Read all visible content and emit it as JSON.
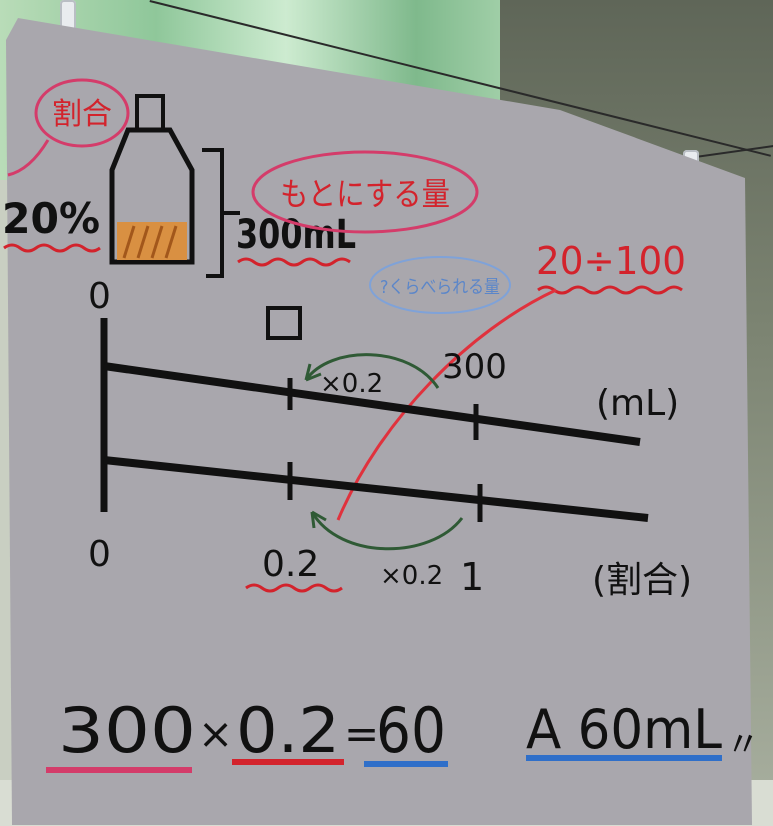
{
  "poster": {
    "ratio_badge": "割合",
    "original_amount_badge": "もとにする量",
    "compared_amount_note": "?くらべられる量",
    "percent_label": "20%",
    "total_volume_label": "300mL",
    "red_note": "20÷100",
    "unknown_box": "□",
    "top_zero": "0",
    "top_300": "300",
    "arrow_top": "×0.2",
    "unit_ml": "(mL)",
    "bottom_zero": "0",
    "bottom_02": "0.2",
    "arrow_bottom": "×0.2",
    "bottom_one": "1",
    "unit_ratio": "(割合)",
    "equation": {
      "a": "300",
      "times": "×",
      "b": "0.2",
      "eq": "=",
      "result": "60"
    },
    "answer": "A 60mL",
    "answer_mark": "〃"
  },
  "colors": {
    "poster_paper": "#a9a7ad",
    "marker_black": "#111111",
    "marker_red": "#d3232c",
    "marker_blue": "#2f6fc9",
    "marker_pink": "#d43c6a",
    "marker_orange": "#e0862a",
    "marker_green": "#2f5a35"
  }
}
